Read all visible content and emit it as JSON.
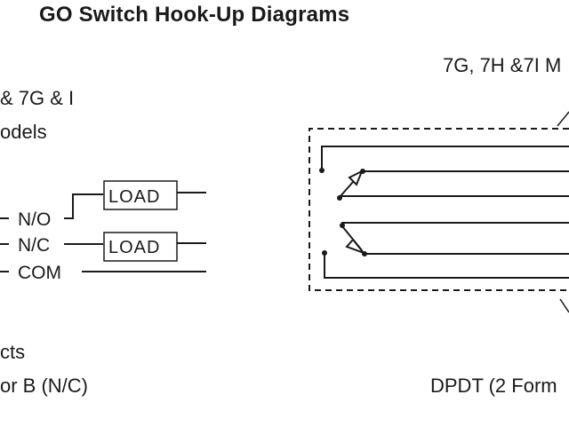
{
  "diagram": {
    "title": "GO Switch Hook-Up Diagrams",
    "left_panel": {
      "models_line1": "& 7G & I",
      "models_line2": "odels",
      "terminals": {
        "no": "N/O",
        "nc": "N/C",
        "com": "COM"
      },
      "load_label": "LOAD",
      "caption_line1": "cts",
      "caption_line2": "or B (N/C)"
    },
    "right_panel": {
      "models_label": "7G, 7H &7I M",
      "caption": "DPDT (2 Form"
    }
  }
}
